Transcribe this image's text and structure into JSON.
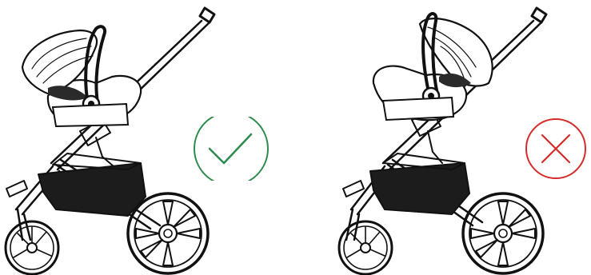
{
  "colors": {
    "line": "#111111",
    "basket": "#1c1c1c",
    "correct": "#2e8b4f",
    "incorrect": "#d62b2b",
    "background": "#ffffff"
  },
  "panels": [
    {
      "id": "correct",
      "seat_orientation": "rear-facing",
      "indicator_icon": "checkmark-icon",
      "status": "correct"
    },
    {
      "id": "incorrect",
      "seat_orientation": "forward-facing",
      "indicator_icon": "x-mark-icon",
      "status": "incorrect"
    }
  ]
}
